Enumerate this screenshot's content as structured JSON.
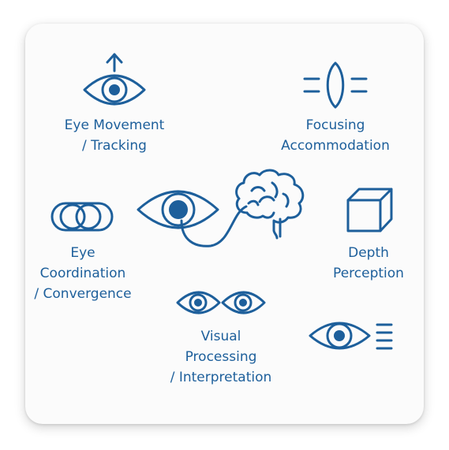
{
  "accent_color": "#1d5f9b",
  "labels": {
    "eye_movement": [
      "Eye Movement",
      "/ Tracking"
    ],
    "focusing": [
      "Focusing",
      "Accommodation"
    ],
    "coordination": [
      "Eye",
      "Coordination",
      "/ Convergence"
    ],
    "depth": [
      "Depth",
      "Perception"
    ],
    "processing": [
      "Visual",
      "Processing",
      "/ Interpretation"
    ]
  },
  "icons": [
    "eye-arrow-up-icon",
    "lens-icon",
    "central-eye-icon",
    "brain-icon",
    "overlapping-circles-icon",
    "cube-icon",
    "two-eyes-icon",
    "eye-speed-lines-icon"
  ]
}
